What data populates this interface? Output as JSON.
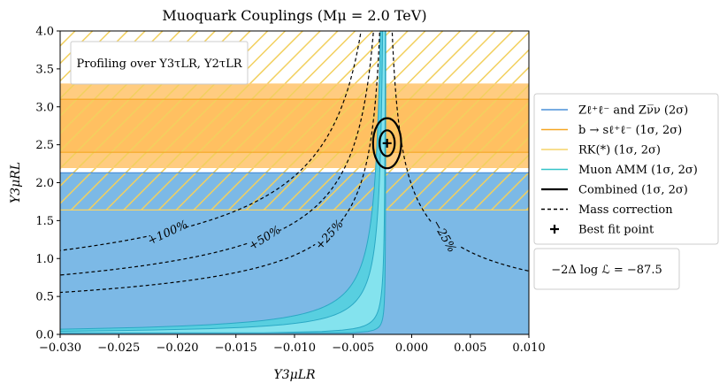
{
  "chart_data": {
    "type": "contour",
    "title": "Muoquark Couplings (Mμ = 2.0 TeV)",
    "xlabel": "Y3μLR",
    "ylabel": "Y3μRL",
    "xlim": [
      -0.03,
      0.01
    ],
    "ylim": [
      0.0,
      4.0
    ],
    "xticks": [
      "−0.030",
      "−0.025",
      "−0.020",
      "−0.015",
      "−0.010",
      "−0.005",
      "0.000",
      "0.005",
      "0.010"
    ],
    "xtick_values": [
      -0.03,
      -0.025,
      -0.02,
      -0.015,
      -0.01,
      -0.005,
      0.0,
      0.005,
      0.01
    ],
    "yticks": [
      "0.0",
      "0.5",
      "1.0",
      "1.5",
      "2.0",
      "2.5",
      "3.0",
      "3.5",
      "4.0"
    ],
    "ytick_values": [
      0.0,
      0.5,
      1.0,
      1.5,
      2.0,
      2.5,
      3.0,
      3.5,
      4.0
    ],
    "annotation_box": "Profiling over Y3τLR, Y2τLR",
    "likelihood_text": "−2Δ log ℒ = −87.5",
    "bands": {
      "z_2sigma": {
        "y": [
          0.0,
          2.13
        ]
      },
      "bsll_1sigma": {
        "y": [
          2.4,
          3.1
        ]
      },
      "bsll_2sigma": {
        "y": [
          2.2,
          3.3
        ]
      },
      "rk_2sigma": {
        "y": [
          1.64,
          4.0
        ]
      },
      "rk_1sigma_gap": {
        "y": [
          2.13,
          2.4
        ]
      }
    },
    "muon_amm": {
      "asymptote_x": -0.0022,
      "k_1sigma": [
        -0.00026,
        -0.0009
      ],
      "k_2sigma": [
        -0.00013,
        -0.0012
      ]
    },
    "mass_correction": [
      {
        "label": "+100%",
        "k": 0.034
      },
      {
        "label": "+50%",
        "k": 0.017
      },
      {
        "label": "+25%",
        "k": 0.0085
      },
      {
        "label": "−25%",
        "k": -0.0085
      }
    ],
    "combined": {
      "center": [
        -0.0021,
        2.52
      ],
      "ellipse_1sigma": {
        "rx": 0.00065,
        "ry": 0.17
      },
      "ellipse_2sigma": {
        "rx": 0.0012,
        "ry": 0.33
      }
    },
    "best_fit": [
      -0.0021,
      2.52
    ],
    "legend": [
      {
        "label": "Zℓ⁺ℓ⁻ and Zν̅ν (2σ)",
        "color": "#4a90d9",
        "style": "line"
      },
      {
        "label": "b → sℓ⁺ℓ⁻ (1σ, 2σ)",
        "color": "#f5a623",
        "style": "line"
      },
      {
        "label": "RK(*) (1σ, 2σ)",
        "color": "#f5d36a",
        "style": "line"
      },
      {
        "label": "Muon AMM (1σ, 2σ)",
        "color": "#35c4c8",
        "style": "line"
      },
      {
        "label": "Combined (1σ, 2σ)",
        "color": "#000000",
        "style": "thick"
      },
      {
        "label": "Mass correction",
        "color": "#000000",
        "style": "dashed"
      },
      {
        "label": "Best fit point",
        "color": "#000000",
        "style": "plus"
      }
    ],
    "colors": {
      "z_band": "#7cb9e6",
      "bsll_2sigma": "#ffcc80",
      "bsll_1sigma": "#ffc061",
      "rk_line": "#f5d36a",
      "amm_2sigma": "#58cfe0",
      "amm_1sigma": "#84e3ee",
      "amm_edge": "#2aa8c4"
    }
  }
}
